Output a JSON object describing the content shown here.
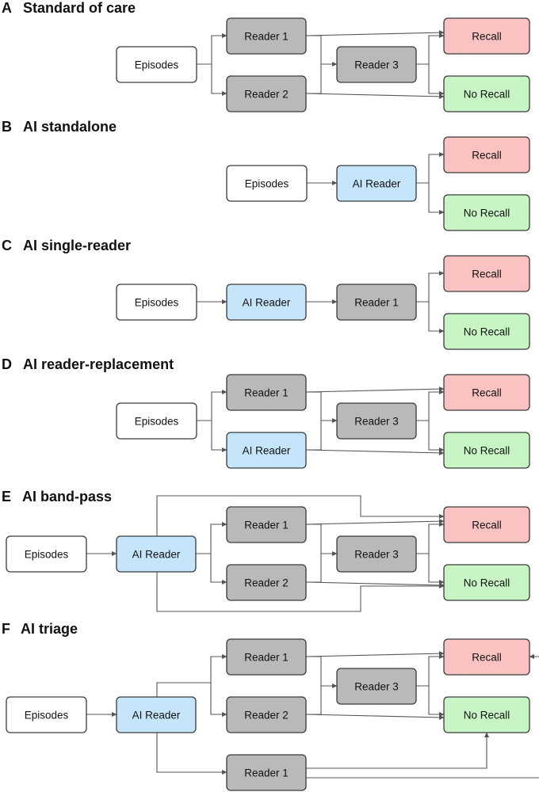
{
  "colors": {
    "white": "#ffffff",
    "gray": "#b9b9b9",
    "blue": "#c5e6fa",
    "red": "#fbc2c2",
    "green": "#c8f5c4",
    "line": "#555555"
  },
  "panels": [
    {
      "key": "a",
      "letter": "A",
      "title": "Standard of care",
      "nodes": {
        "ep": "Episodes",
        "r1": "Reader 1",
        "r2": "Reader 2",
        "r3": "Reader 3",
        "rc": "Recall",
        "nr": "No Recall"
      }
    },
    {
      "key": "b",
      "letter": "B",
      "title": "AI standalone",
      "nodes": {
        "ep": "Episodes",
        "ai": "AI Reader",
        "rc": "Recall",
        "nr": "No Recall"
      }
    },
    {
      "key": "c",
      "letter": "C",
      "title": "AI single-reader",
      "nodes": {
        "ep": "Episodes",
        "ai": "AI Reader",
        "r1": "Reader 1",
        "rc": "Recall",
        "nr": "No Recall"
      }
    },
    {
      "key": "d",
      "letter": "D",
      "title": "AI reader-replacement",
      "nodes": {
        "ep": "Episodes",
        "r1": "Reader 1",
        "ai": "AI Reader",
        "r3": "Reader 3",
        "rc": "Recall",
        "nr": "No Recall"
      }
    },
    {
      "key": "e",
      "letter": "E",
      "title": "AI band-pass",
      "nodes": {
        "ep": "Episodes",
        "ai": "AI Reader",
        "r1": "Reader 1",
        "r2": "Reader 2",
        "r3": "Reader 3",
        "rc": "Recall",
        "nr": "No Recall"
      }
    },
    {
      "key": "f",
      "letter": "F",
      "title": "AI triage",
      "nodes": {
        "ep": "Episodes",
        "ai": "AI Reader",
        "r1": "Reader 1",
        "r2": "Reader 2",
        "r3": "Reader 3",
        "rb": "Reader 1",
        "rc": "Recall",
        "nr": "No Recall"
      }
    }
  ]
}
